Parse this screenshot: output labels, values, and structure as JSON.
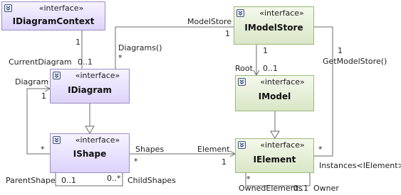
{
  "classes": {
    "idiagramcontext": {
      "stereotype": "«interface»",
      "name": "IDiagramContext"
    },
    "idiagram": {
      "stereotype": "«interface»",
      "name": "IDiagram"
    },
    "ishape": {
      "stereotype": "«interface»",
      "name": "IShape"
    },
    "imodelstore": {
      "stereotype": "«interface»",
      "name": "IModelStore"
    },
    "imodel": {
      "stereotype": "«interface»",
      "name": "IModel"
    },
    "ielement": {
      "stereotype": "«interface»",
      "name": "IElement"
    }
  },
  "labels": {
    "modelstore": "ModelStore",
    "modelstore_mult": "1",
    "ctx_mult_top": "1",
    "current_diagram": "CurrentDiagram",
    "current_diagram_mult": "0..1",
    "diagrams_fn": "Diagrams()",
    "diagrams_mult": "*",
    "diagram_role": "Diagram",
    "diagram_mult": "1",
    "shape_self_mult": "*",
    "shapes_role": "Shapes",
    "shapes_mult": "*",
    "element_role": "Element",
    "element_mult": "1",
    "parent_shape": "ParentShape",
    "parent_shape_mult": "0..1",
    "child_shapes_mult": "0..*",
    "child_shapes": "ChildShapes",
    "root_mult_top": "1",
    "root_role": "Root",
    "root_mult": "0..1",
    "store_mult": "1",
    "get_model_store": "GetModelStore()",
    "instances_mult": "*",
    "instances_fn": "Instances<IElement>()",
    "owned_mult": "*",
    "owned_elements": "OwnedElements",
    "owner_mult": "0..1",
    "owner_role": "Owner"
  }
}
